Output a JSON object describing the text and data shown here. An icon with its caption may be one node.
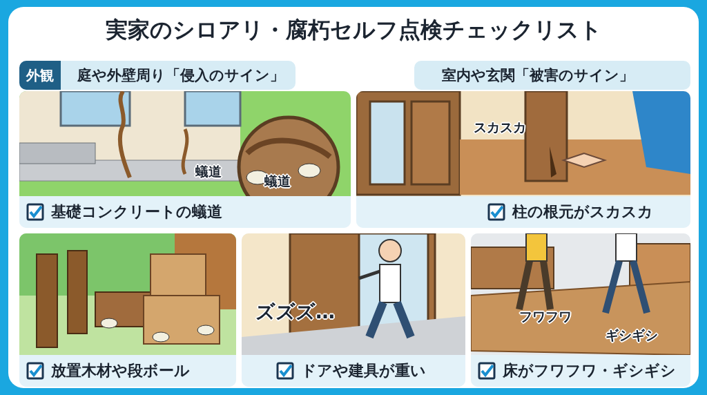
{
  "diagram": {
    "title": "実家のシロアリ・腐朽セルフ点検チェックリスト",
    "nodes": [
      {
        "text": [
          "外観",
          "庭や外壁周り「侵入のサイン」"
        ]
      },
      {
        "text": [
          "室内や玄関「被害のサイン」"
        ]
      },
      {
        "text": [
          "蟻道",
          "蟻道",
          "基礎コンクリートの蟻道"
        ]
      },
      {
        "text": [
          "スカスカ",
          "柱の根元がスカスカ"
        ]
      },
      {
        "text": [
          "放置木材や段ボール"
        ]
      },
      {
        "text": [
          "ズズズ…",
          "ドアや建具が重い"
        ]
      },
      {
        "text": [
          "フワフワ",
          "ギシギシ",
          "床がフワフワ・ギシギシ"
        ]
      }
    ]
  }
}
